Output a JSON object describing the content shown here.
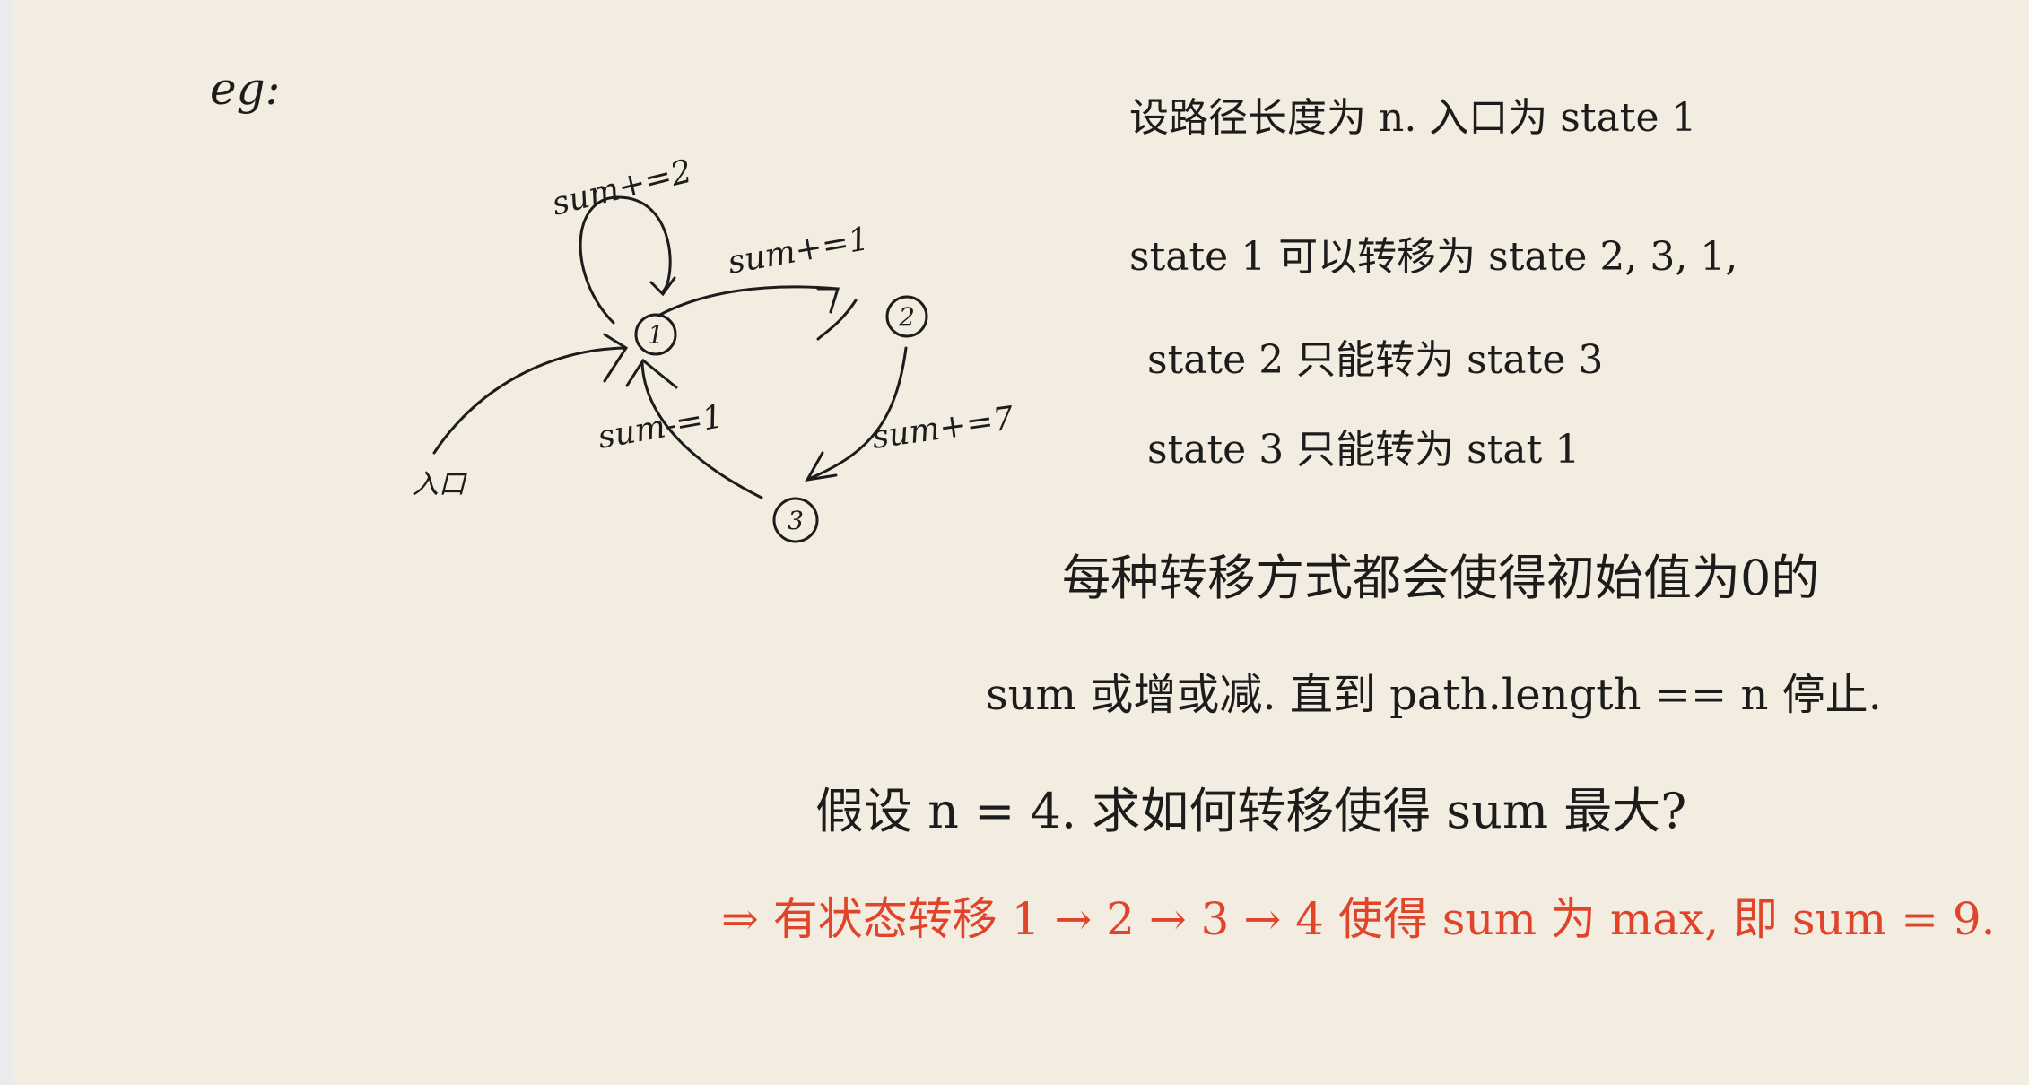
{
  "example_label": "eg:",
  "diagram": {
    "nodes": [
      {
        "id": "1",
        "label": "1"
      },
      {
        "id": "2",
        "label": "2"
      },
      {
        "id": "3",
        "label": "3"
      }
    ],
    "entry_label": "入口",
    "edge_labels": {
      "self_loop_1": "sum+=2",
      "e_1_2": "sum+=1",
      "e_2_3": "sum+=7",
      "e_3_1": "sum-=1"
    }
  },
  "notes": {
    "line1": "设路径长度为 n.   入口为 state 1",
    "line2": "state 1 可以转移为 state 2, 3, 1,",
    "line3": "state 2  只能转为 state 3",
    "line4": "state 3  只能转为 stat 1",
    "line5": "每种转移方式都会使得初始值为0的",
    "line6": "sum 或增或减. 直到 path.length == n 停止.",
    "line7": "假设 n = 4. 求如何转移使得 sum 最大?",
    "answer": "⇒ 有状态转移  1 → 2 → 3 → 4  使得 sum 为 max, 即 sum = 9."
  },
  "colors": {
    "ink": "#1c1c1c",
    "answer": "#e0452c",
    "paper": "#f3ece0"
  }
}
